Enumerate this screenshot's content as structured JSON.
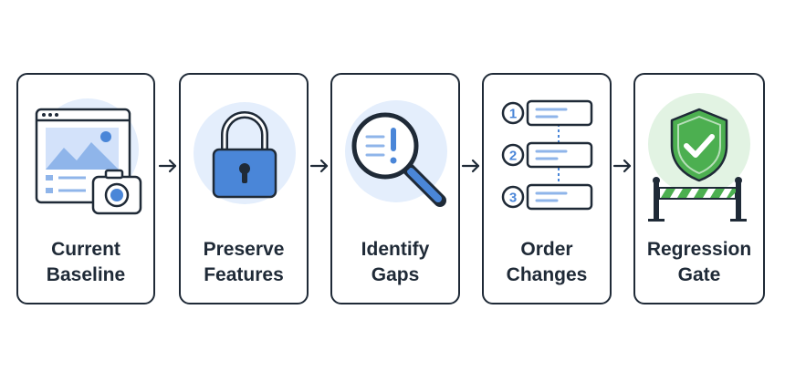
{
  "steps": [
    {
      "line1": "Current",
      "line2": "Baseline",
      "icon": "browser-camera-icon"
    },
    {
      "line1": "Preserve",
      "line2": "Features",
      "icon": "padlock-icon"
    },
    {
      "line1": "Identify",
      "line2": "Gaps",
      "icon": "magnifier-alert-icon"
    },
    {
      "line1": "Order",
      "line2": "Changes",
      "icon": "numbered-list-icon"
    },
    {
      "line1": "Regression",
      "line2": "Gate",
      "icon": "shield-barrier-icon"
    }
  ],
  "list_numbers": [
    "1",
    "2",
    "3"
  ],
  "colors": {
    "outline": "#1f2a37",
    "accent_blue": "#4a86d8",
    "light_blue": "#e4eefc",
    "accent_green": "#4caf50",
    "light_green": "#e2f3e3"
  }
}
